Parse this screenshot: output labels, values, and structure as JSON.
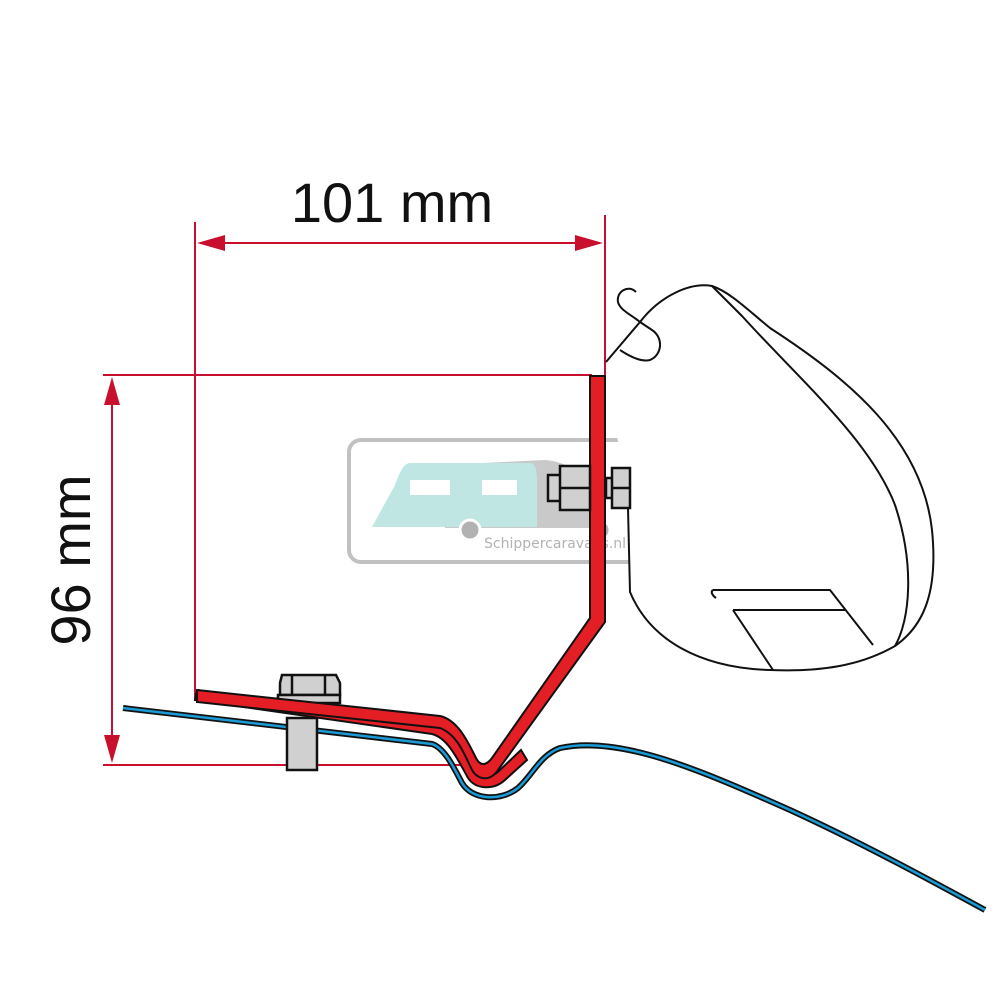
{
  "dimensions": {
    "width_label": "101 mm",
    "height_label": "96 mm"
  },
  "watermark": {
    "text": "Schippercaravans.nl"
  },
  "colors": {
    "dimension_lines": "#c8102e",
    "bracket": "#e31e24",
    "roof_line": "#1b9ad6",
    "outline": "#111111",
    "watermark_caravan": "#b9e4e0",
    "watermark_grey": "#bbbbbb"
  }
}
